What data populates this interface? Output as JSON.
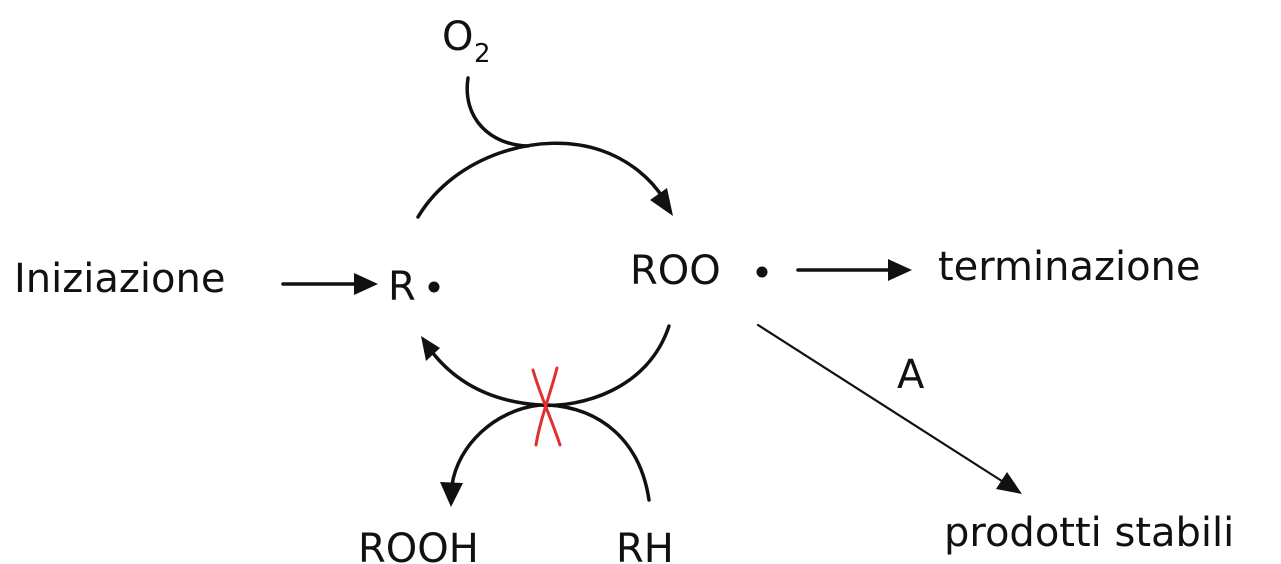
{
  "diagram": {
    "o2": {
      "main": "O",
      "sub": "2"
    },
    "iniziazione": "Iniziazione",
    "r_radical": "R",
    "roo_radical": "ROO",
    "terminazione": "terminazione",
    "label_a": "A",
    "prodotti_stabili": "prodotti stabili",
    "rooh": "ROOH",
    "rh": "RH",
    "colors": {
      "ink": "#111111",
      "blocked_cross": "#e03030"
    },
    "icons": [
      "radical-dot-icon",
      "arrow-icon",
      "cross-mark-icon"
    ]
  }
}
